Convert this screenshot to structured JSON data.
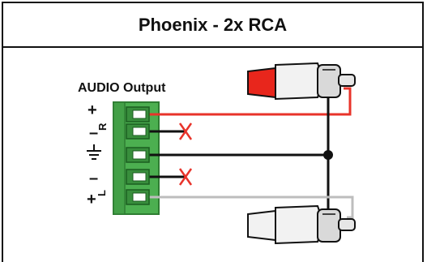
{
  "title": "Phoenix - 2x RCA",
  "connector_label": "AUDIO Output",
  "pins": [
    {
      "sign": "+",
      "channel": "R"
    },
    {
      "sign": "–",
      "channel": ""
    },
    {
      "sign": "⏚",
      "channel": ""
    },
    {
      "sign": "–",
      "channel": "L"
    },
    {
      "sign": "+",
      "channel": ""
    }
  ],
  "colors": {
    "red_wire": "#e8332a",
    "black_wire": "#111111",
    "white_wire": "#bdbdbd",
    "terminal": "#4caf50",
    "terminal_dark": "#2e7d32",
    "cut_mark": "#e8332a",
    "red_plug": "#e8261c",
    "white_plug": "#f2f2f2"
  },
  "icons": [
    "cut-x-icon",
    "ground-icon"
  ]
}
